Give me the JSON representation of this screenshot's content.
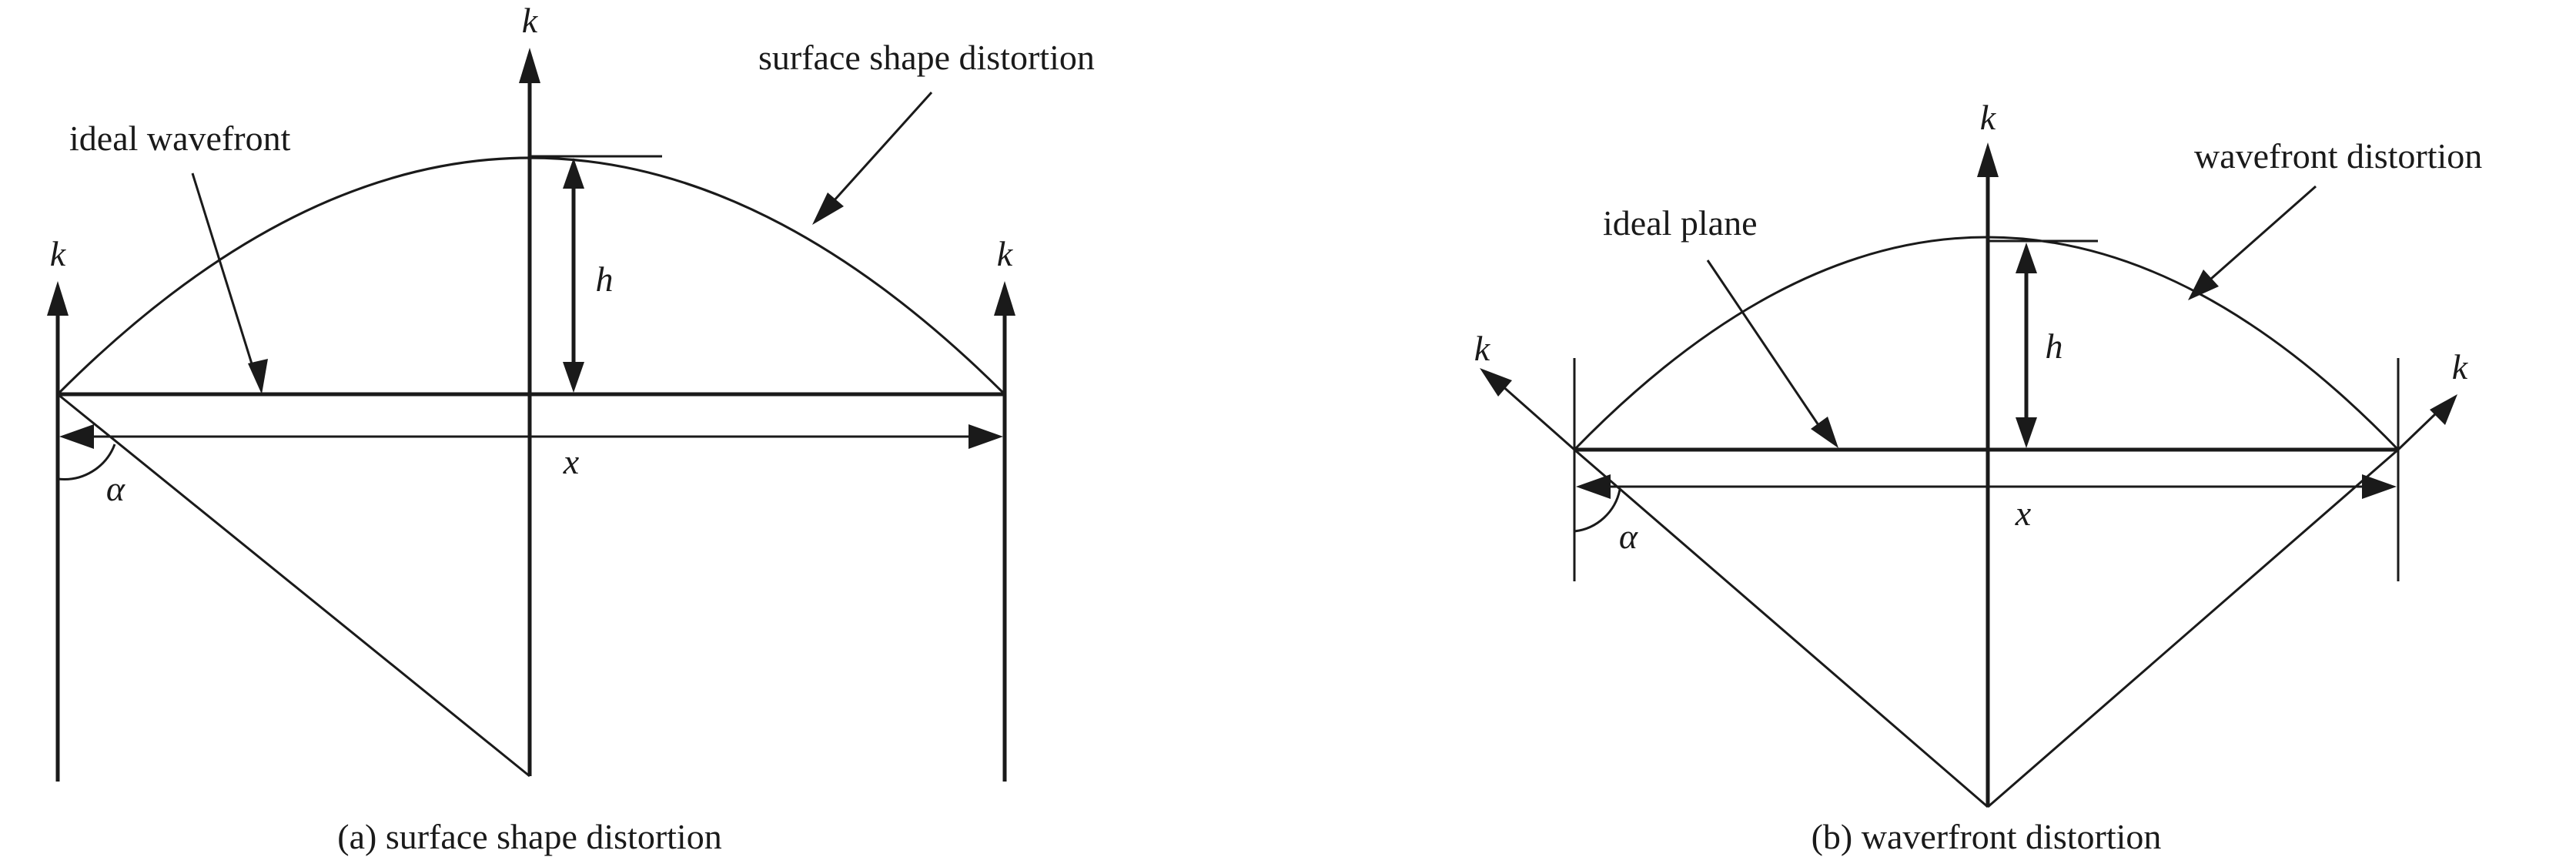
{
  "panel_a": {
    "label_k_top": "k",
    "label_k_left": "k",
    "label_k_right": "k",
    "label_h": "h",
    "label_x": "x",
    "label_alpha": "α",
    "label_ideal": "ideal wavefront",
    "label_distortion": "surface shape distortion",
    "caption": "(a) surface shape distortion"
  },
  "panel_b": {
    "label_k_top": "k",
    "label_k_left": "k",
    "label_k_right": "k",
    "label_h": "h",
    "label_x": "x",
    "label_alpha": "α",
    "label_ideal": "ideal plane",
    "label_distortion": "wavefront distortion",
    "caption": "(b) waverfront distortion"
  }
}
